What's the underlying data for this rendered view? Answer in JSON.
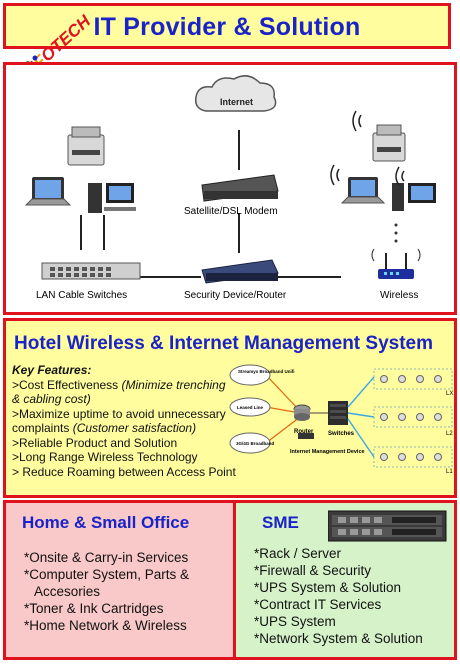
{
  "header": {
    "title": "IT Provider & Solution",
    "logo_text": "INFOTECH"
  },
  "network": {
    "internet": "Internet",
    "modem": "Satellite/DSL Modem",
    "switches": "LAN Cable Switches",
    "router": "Security Device/Router",
    "wireless": "Wireless"
  },
  "hotel": {
    "title": "Hotel Wireless & Internet Management System",
    "key_features_title": "Key Features:",
    "features": [
      {
        "text": ">Cost Effectiveness ",
        "note": "(Minimize trenching"
      },
      {
        "text": " & cabling cost)",
        "note": ""
      },
      {
        "text": ">Maximize uptime to avoid unnecessary",
        "note": ""
      },
      {
        "text": " complaints ",
        "note": "(Customer satisfaction)"
      },
      {
        "text": ">Reliable Product and Solution",
        "note": ""
      },
      {
        "text": ">Long Range Wireless Technology",
        "note": ""
      },
      {
        "text": "> Reduce Roaming between Access Point",
        "note": ""
      }
    ],
    "diagram": {
      "inputs": [
        "Streamyx Broadband Unifi",
        "Leased Line",
        "3G/4G Broadband"
      ],
      "router": "Router",
      "switches": "Switches",
      "device": "Internet Management Device",
      "levels": [
        "LX",
        "L2",
        "L1"
      ]
    }
  },
  "home": {
    "title": "Home & Small Office",
    "items": [
      "*Onsite & Carry-in Services",
      "*Computer System, Parts &",
      " Accesories",
      "*Toner & Ink Cartridges",
      "*Home Network & Wireless"
    ]
  },
  "sme": {
    "title": "SME",
    "items": [
      "*Rack / Server",
      "*Firewall & Security",
      "*UPS System & Solution",
      "*Contract IT Services",
      "*UPS System",
      "*Network System & Solution"
    ]
  }
}
